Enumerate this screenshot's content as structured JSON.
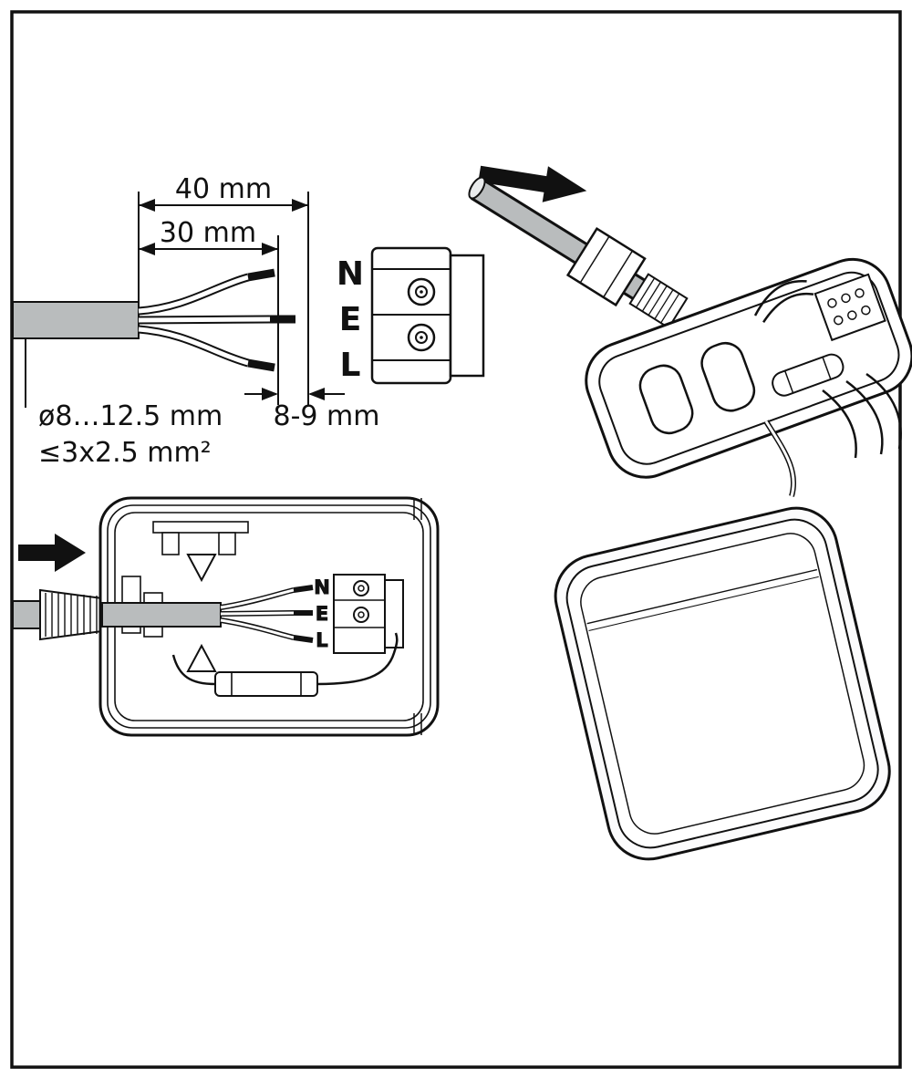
{
  "colors": {
    "line": "#111111",
    "cable_gray": "#b9bcbd",
    "light_gray": "#e9ebec",
    "white": "#ffffff"
  },
  "cable_prep": {
    "dim_total": "40 mm",
    "dim_outer_wires": "30 mm",
    "cable_diameter": "ø8…12.5 mm",
    "max_conductor": "≤3x2.5 mm²",
    "strip_length": "8-9 mm",
    "terminal_labels": [
      "N",
      "E",
      "L"
    ]
  },
  "gland_view": {
    "arrow_icon": "insert-arrow"
  },
  "housing_section": {
    "arrow_icon": "insert-arrow",
    "terminal_labels": [
      "N",
      "E",
      "L"
    ]
  }
}
